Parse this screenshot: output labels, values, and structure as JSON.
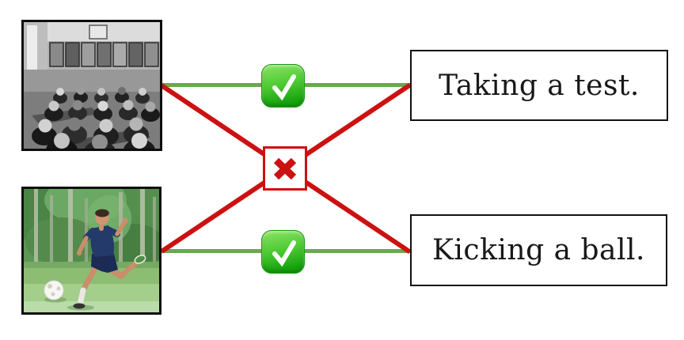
{
  "exercise": {
    "type": "picture-to-description matching",
    "left_items": [
      {
        "name": "classroom-photo",
        "description": "black and white photo of students writing at desks in a classroom"
      },
      {
        "name": "soccer-photo",
        "description": "boy in navy kit kicking a white soccer ball on a grassy field with palm trees"
      }
    ],
    "right_items": [
      {
        "label": "Taking a test."
      },
      {
        "label": "Kicking a ball."
      }
    ],
    "connections": [
      {
        "from": "classroom-photo",
        "to": "Taking a test.",
        "status": "correct",
        "mark": "check-icon"
      },
      {
        "from": "soccer-photo",
        "to": "Kicking a ball.",
        "status": "correct",
        "mark": "check-icon"
      },
      {
        "from": "classroom-photo",
        "to": "Kicking a ball.",
        "status": "incorrect",
        "mark": "cross-icon"
      },
      {
        "from": "soccer-photo",
        "to": "Taking a test.",
        "status": "incorrect",
        "mark": "cross-icon"
      }
    ],
    "icons": {
      "check": {
        "name": "check-icon",
        "glyph": "✓",
        "style": "white check on glossy green rounded square"
      },
      "cross": {
        "name": "cross-icon",
        "glyph": "✘",
        "style": "red heavy cross inside white box with red border"
      }
    },
    "colors": {
      "correct_line": "#6aa84f",
      "incorrect_line": "#cc1111",
      "check_green_light": "#8ce366",
      "check_green_dark": "#149d0c",
      "item_border": "#111111",
      "background": "#ffffff"
    }
  }
}
